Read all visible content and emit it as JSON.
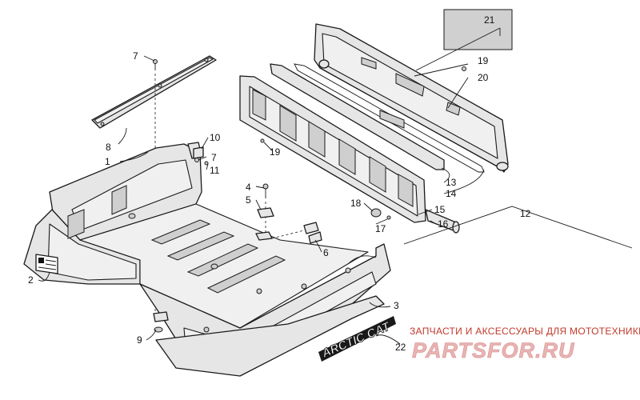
{
  "callouts": [
    {
      "label": "1"
    },
    {
      "label": "2"
    },
    {
      "label": "3"
    },
    {
      "label": "4"
    },
    {
      "label": "5"
    },
    {
      "label": "6"
    },
    {
      "label": "7"
    },
    {
      "label": "7"
    },
    {
      "label": "8"
    },
    {
      "label": "9"
    },
    {
      "label": "10"
    },
    {
      "label": "11"
    },
    {
      "label": "12"
    },
    {
      "label": "13"
    },
    {
      "label": "14"
    },
    {
      "label": "15"
    },
    {
      "label": "16"
    },
    {
      "label": "17"
    },
    {
      "label": "18"
    },
    {
      "label": "19"
    },
    {
      "label": "19"
    },
    {
      "label": "20"
    },
    {
      "label": "21"
    },
    {
      "label": "22"
    }
  ],
  "decal": {
    "brand_text": "ARCTIC CAT"
  },
  "watermark": {
    "caption": "ЗАПЧАСТИ И АКСЕССУАРЫ ДЛЯ МОТОТЕХНИКИ",
    "site": "PARTSFOR.RU"
  }
}
